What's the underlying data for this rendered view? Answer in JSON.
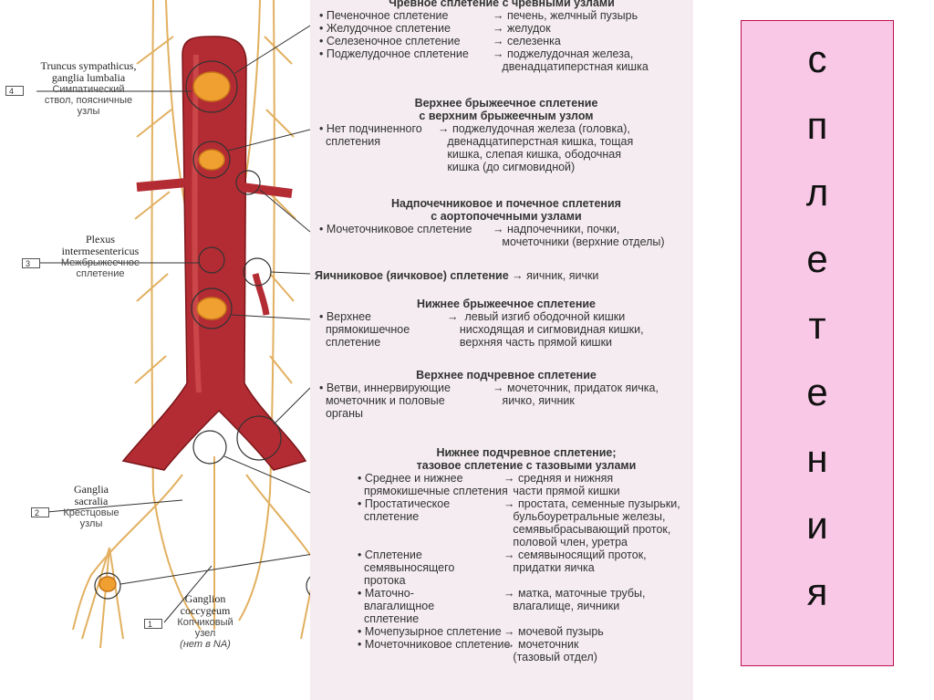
{
  "side_letters": [
    "с",
    "п",
    "л",
    "е",
    "т",
    "е",
    "н",
    "и",
    "я"
  ],
  "left_labels": {
    "l4": {
      "num": "4",
      "latin": [
        "Truncus sympathicus,",
        "ganglia lumbalia"
      ],
      "russian": [
        "Симпатический",
        "ствол, поясничные",
        "узлы"
      ]
    },
    "l3": {
      "num": "3",
      "latin": [
        "Plexus",
        "intermesentericus"
      ],
      "russian": [
        "Межбрыжеечное",
        "сплетение"
      ]
    },
    "l2": {
      "num": "2",
      "latin": [
        "Ganglia",
        "sacralia"
      ],
      "russian": [
        "Крестцовые",
        "узлы"
      ]
    },
    "l1": {
      "num": "1",
      "latin": [
        "Ganglion",
        "coccygeum"
      ],
      "russian": [
        "Копчиковый",
        "узел"
      ],
      "note": "(нет в NA)"
    }
  },
  "blocks": {
    "b1": {
      "header": [
        "Чревное сплетение с чревными узлами"
      ],
      "rows": [
        [
          "• Печеночное сплетение",
          "→ печень, желчный пузырь"
        ],
        [
          "• Желудочное сплетение",
          "→ желудок"
        ],
        [
          "• Селезеночное сплетение",
          "→ селезенка"
        ],
        [
          "• Поджелудочное сплетение",
          "→ поджелудочная железа,"
        ],
        [
          "",
          "   двенадцатиперстная кишка"
        ]
      ]
    },
    "b2": {
      "header": [
        "Верхнее брыжеечное сплетение",
        "с верхним брыжеечным узлом"
      ],
      "rows": [
        [
          "• Нет подчиненного",
          "→ поджелудочная железа (головка),"
        ],
        [
          "  сплетения",
          "   двенадцатиперстная кишка, тощая"
        ],
        [
          "",
          "   кишка, слепая кишка, ободочная"
        ],
        [
          "",
          "   кишка (до сигмовидной)"
        ]
      ]
    },
    "b3": {
      "header": [
        "Надпочечниковое и почечное сплетения",
        "с аортопочечными узлами"
      ],
      "rows": [
        [
          "• Мочеточниковое сплетение",
          "→ надпочечники, почки,"
        ],
        [
          "",
          "   мочеточники (верхние отделы)"
        ]
      ]
    },
    "b4": {
      "header": [
        "Яичниковое (яичковое) сплетение"
      ],
      "tail": "→ яичник, яички"
    },
    "b5": {
      "header": [
        "Нижнее брыжеечное сплетение"
      ],
      "rows": [
        [
          "• Верхнее",
          "→  левый изгиб ободочной кишки"
        ],
        [
          "  прямокишечное",
          "    нисходящая и сигмовидная кишки,"
        ],
        [
          "  сплетение",
          "    верхняя часть прямой кишки"
        ]
      ]
    },
    "b6": {
      "header": [
        "Верхнее подчревное сплетение"
      ],
      "rows": [
        [
          "• Ветви, иннервирующие",
          "→ мочеточник, придаток яичка,"
        ],
        [
          "  мочеточник и половые",
          "   яичко, яичник"
        ],
        [
          "  органы",
          ""
        ]
      ]
    },
    "b7": {
      "header": [
        "Нижнее подчревное сплетение;",
        "тазовое сплетение с тазовыми узлами"
      ],
      "rows": [
        [
          "• Среднее и нижнее",
          "→ средняя и нижняя"
        ],
        [
          "  прямокишечные сплетения",
          "   части прямой кишки"
        ],
        [
          "• Простатическое",
          "→ простата, семенные пузырьки,"
        ],
        [
          "  сплетение",
          "   бульбоуретральные железы,"
        ],
        [
          "",
          "   семявыбрасывающий проток,"
        ],
        [
          "",
          "   половой член, уретра"
        ],
        [
          "• Сплетение",
          "→ семявыносящий проток,"
        ],
        [
          "  семявыносящего",
          "   придатки яичка"
        ],
        [
          "  протока",
          ""
        ],
        [
          "• Маточно-",
          "→ матка, маточные трубы,"
        ],
        [
          "  влагалищное",
          "   влагалище, яичники"
        ],
        [
          "  сплетение",
          ""
        ],
        [
          "• Мочепузырное сплетение",
          "→ мочевой пузырь"
        ],
        [
          "• Мочеточниковое сплетение",
          "→ мочеточник"
        ],
        [
          "",
          "   (тазовый отдел)"
        ]
      ]
    }
  }
}
